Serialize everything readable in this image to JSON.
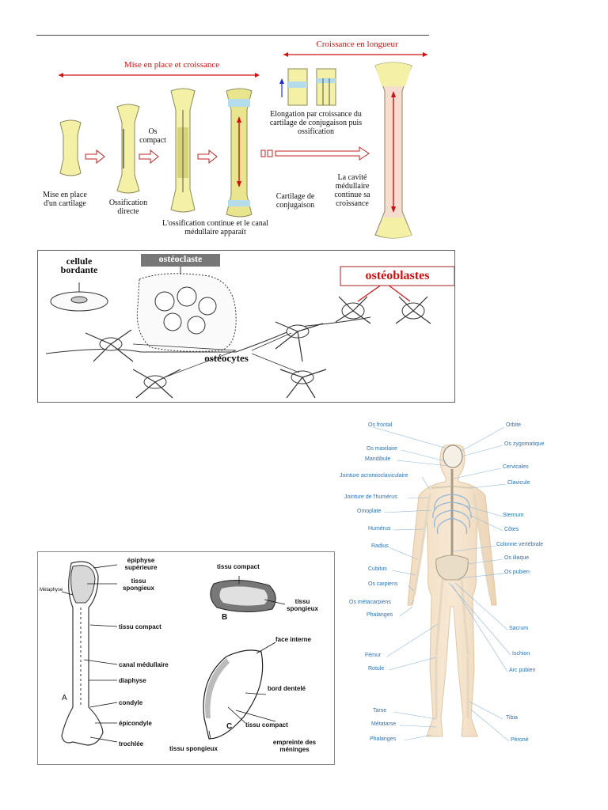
{
  "growth": {
    "header_left": "Mise en place et croissance",
    "header_right": "Croissance en longueur",
    "stage1": "Mise en place d'un cartilage",
    "stage2": "Ossification directe",
    "os_compact": "Os compact",
    "stage3": "L'ossification continue et le canal médullaire apparaît",
    "cartilage": "Cartilage de conjugaison",
    "elongation": "Elongation par croissance du cartilage de conjugaison puis ossification",
    "cavity": "La cavité médullaire continue sa croissance"
  },
  "cells": {
    "osteoclaste": "ostéoclaste",
    "bordante": "cellule bordante",
    "osteoblastes": "ostéoblastes",
    "osteocytes": "ostéocytes"
  },
  "humerus": {
    "epiphyse": "épiphyse supérieure",
    "metaphyse": "Métaphyse",
    "spongieux": "tissu spongieux",
    "compact": "tissu compact",
    "canal": "canal médullaire",
    "diaphyse": "diaphyse",
    "condyle": "condyle",
    "epicondyle": "épicondyle",
    "trochlee": "trochlée",
    "A": "A",
    "B": "B",
    "C": "C",
    "b_compact": "tissu compact",
    "b_spongieux": "tissu spongieux",
    "face_interne": "face interne",
    "bord": "bord dentelé",
    "c_compact": "tissu compact",
    "c_spongieux": "tissu spongieux",
    "empreinte": "empreinte des méninges"
  },
  "skeleton": {
    "left": [
      "Os frontal",
      "Os maxilaire",
      "Mandibule",
      "Jointure acromioclaviculaire",
      "Jointure de l'humérus",
      "Omoplate",
      "Humérus",
      "Radius",
      "Cubitus",
      "Os carpiens",
      "Os métacarpiens",
      "Phalanges",
      "Fémur",
      "Rotule",
      "Tarse",
      "Métatarse",
      "Phalanges"
    ],
    "right": [
      "Orbite",
      "Os zygomatique",
      "Cervicales",
      "Clavicule",
      "Sternum",
      "Côtes",
      "Colonne vertébrale",
      "Os iliaque",
      "Os pubien",
      "Sacrum",
      "Ischion",
      "Arc pubien",
      "Tibia",
      "Péroné"
    ]
  }
}
